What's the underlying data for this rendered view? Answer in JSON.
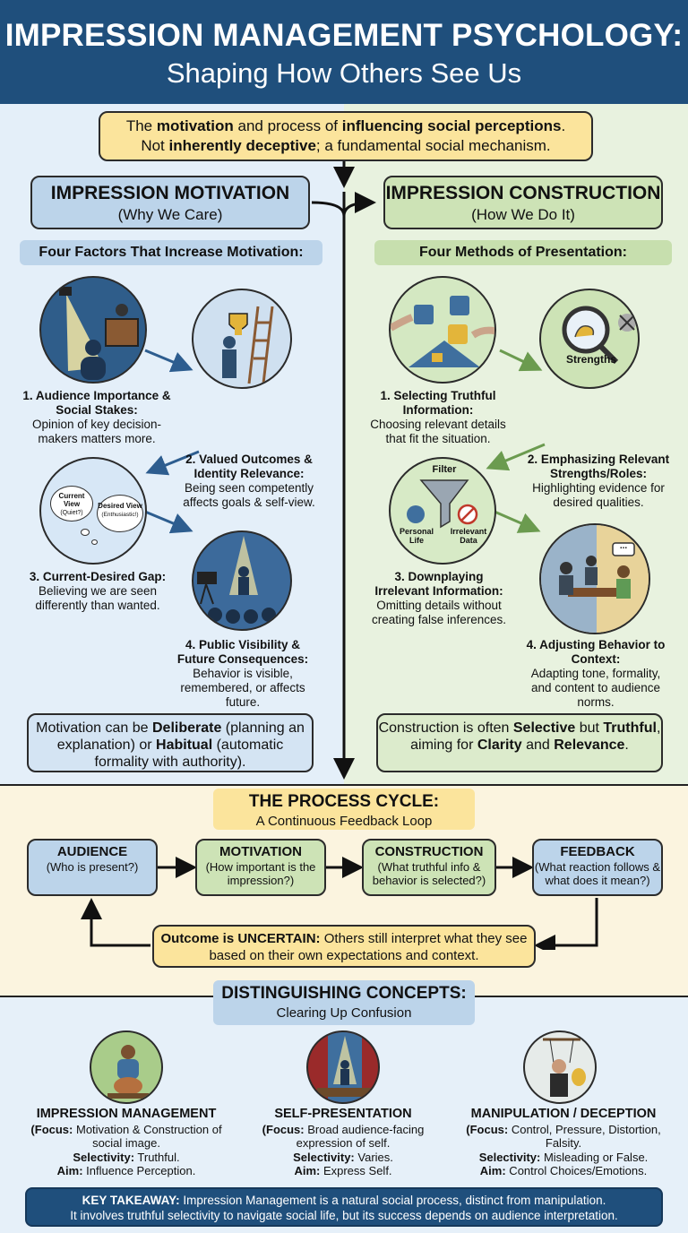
{
  "header": {
    "title": "IMPRESSION MANAGEMENT PSYCHOLOGY:",
    "subtitle": "Shaping How Others See Us"
  },
  "intro": {
    "l1a": "The ",
    "l1b": "motivation",
    "l1c": " and process of ",
    "l1d": "influencing social perceptions",
    "l1e": ".",
    "l2a": "Not ",
    "l2b": "inherently deceptive",
    "l2c": "; a fundamental social mechanism."
  },
  "motivation": {
    "title": "IMPRESSION MOTIVATION",
    "subtitle": "(Why We Care)",
    "factors_heading": "Four Factors That Increase Motivation:",
    "factors": [
      {
        "title": "1. Audience Importance & Social Stakes:",
        "text": "Opinion of key decision-makers matters more."
      },
      {
        "title": "2. Valued Outcomes & Identity Relevance:",
        "text": "Being seen competently affects goals & self-view."
      },
      {
        "title": "3. Current-Desired Gap:",
        "text": "Believing we are seen differently than wanted."
      },
      {
        "title": "4. Public Visibility & Future Consequences:",
        "text": "Behavior is visible, remembered, or affects future."
      }
    ],
    "bubble_current": "Current View",
    "bubble_current_sub": "(Quiet?)",
    "bubble_desired": "Desired View",
    "bubble_desired_sub": "(Enthusiastic!)",
    "summary": {
      "a": "Motivation can be ",
      "b": "Deliberate",
      "c": " (planning an explanation) or ",
      "d": "Habitual",
      "e": " (automatic formality with authority)."
    }
  },
  "construction": {
    "title": "IMPRESSION CONSTRUCTION",
    "subtitle": "(How We Do It)",
    "methods_heading": "Four Methods of Presentation:",
    "methods": [
      {
        "title": "1. Selecting Truthful Information:",
        "text": "Choosing relevant details that fit the situation."
      },
      {
        "title": "2. Emphasizing Relevant Strengths/Roles:",
        "text": "Highlighting evidence for desired qualities."
      },
      {
        "title": "3. Downplaying Irrelevant Information:",
        "text": "Omitting details without creating false inferences."
      },
      {
        "title": "4. Adjusting Behavior to Context:",
        "text": "Adapting tone, formality, and content to audience norms."
      }
    ],
    "strengths_label": "Strengths",
    "filter_label": "Filter",
    "personal_life_label": "Personal Life",
    "irrelevant_data_label": "Irrelevant Data",
    "speech_bubble": "...",
    "summary": {
      "a": "Construction is often ",
      "b": "Selective",
      "c": " but ",
      "d": "Truthful",
      "e": ", aiming for ",
      "f": "Clarity",
      "g": " and ",
      "h": "Relevance",
      "i": "."
    }
  },
  "cycle": {
    "title": "THE PROCESS CYCLE:",
    "subtitle": "A Continuous Feedback Loop",
    "nodes": [
      {
        "label": "AUDIENCE",
        "text": "(Who is present?)"
      },
      {
        "label": "MOTIVATION",
        "text": "(How important is the impression?)"
      },
      {
        "label": "CONSTRUCTION",
        "text": "(What truthful info & behavior is selected?)"
      },
      {
        "label": "FEEDBACK",
        "text": "(What reaction follows & what does it mean?)"
      }
    ],
    "outcome_bold": "Outcome is UNCERTAIN:",
    "outcome_text": " Others still interpret what they see based on their own expectations and context."
  },
  "concepts": {
    "title": "DISTINGUISHING CONCEPTS:",
    "subtitle": "Clearing Up Confusion",
    "focus_label": "(Focus:",
    "selectivity_label": "Selectivity:",
    "aim_label": "Aim:",
    "items": [
      {
        "name": "IMPRESSION MANAGEMENT",
        "focus": " Motivation & Construction of social image.",
        "selectivity": " Truthful.",
        "aim": " Influence Perception."
      },
      {
        "name": "SELF-PRESENTATION",
        "focus": " Broad audience-facing expression of self.",
        "selectivity": " Varies.",
        "aim": " Express Self."
      },
      {
        "name": "MANIPULATION / DECEPTION",
        "focus": " Control, Pressure, Distortion, Falsity.",
        "selectivity": " Misleading or False.",
        "aim": " Control Choices/Emotions."
      }
    ]
  },
  "takeaway": {
    "bold": "KEY TAKEAWAY:",
    "line1": " Impression Management is a natural social process, distinct from manipulation.",
    "line2": "It involves truthful selectivity to navigate social life, but its success depends on audience interpretation."
  },
  "colors": {
    "header": "#1f4f7c",
    "yellow": "#fbe49c",
    "blue": "#bcd4ea",
    "green": "#cde3b6"
  }
}
